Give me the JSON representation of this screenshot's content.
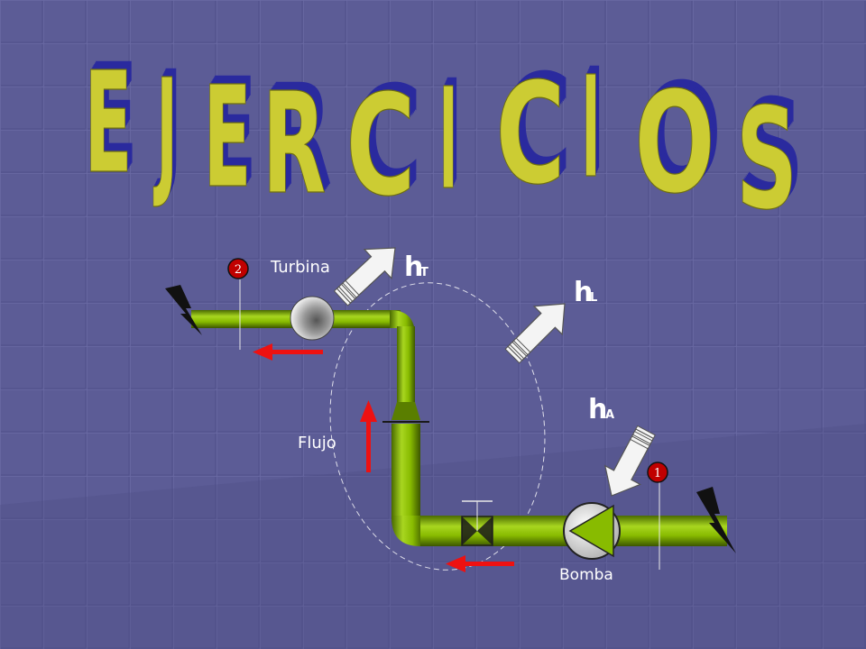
{
  "slide": {
    "title_letters": [
      "E",
      "J",
      "E",
      "R",
      "C",
      "I",
      "C",
      "I",
      "O",
      "S"
    ],
    "title_fill": "#cccc33",
    "title_shadow": "#2a2a9e",
    "background": "#5a5a94"
  },
  "diagram": {
    "turbine_label": "Turbina",
    "pump_label": "Bomba",
    "flow_label": "Flujo",
    "point_2": "2",
    "point_1": "1",
    "hT": {
      "base": "h",
      "sub": "T"
    },
    "hL": {
      "base": "h",
      "sub": "L"
    },
    "hA": {
      "base": "h",
      "sub": "A"
    },
    "pipe_color": "#88bb00",
    "flow_arrow_color": "#ee1111",
    "point_color": "#c00000"
  }
}
